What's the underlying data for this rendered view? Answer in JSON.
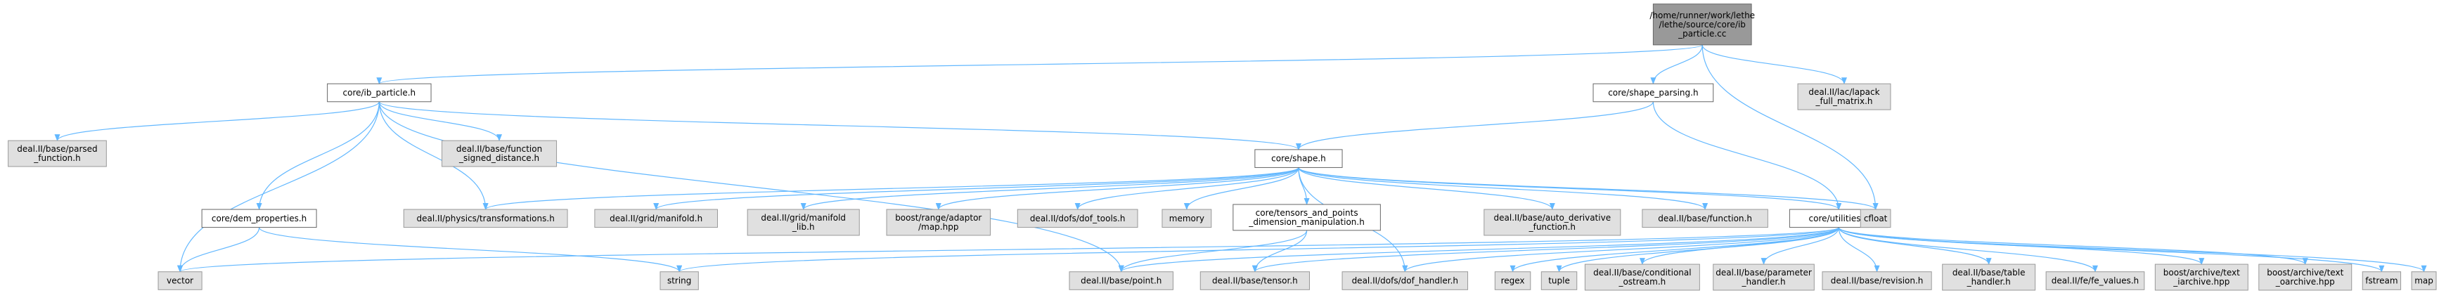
{
  "colors": {
    "root_fill": "#999999",
    "linked_fill": "#ffffff",
    "external_fill": "#e0e0e0",
    "border_dark": "#666666",
    "border_light": "#999999",
    "edge": "#63b8ff"
  },
  "nodes": [
    {
      "id": "root",
      "lines": [
        "/home/runner/work/lethe",
        "/lethe/source/core/ib",
        "_particle.cc"
      ],
      "kind": "root"
    },
    {
      "id": "ib_particle_h",
      "lines": [
        "core/ib_particle.h"
      ],
      "kind": "linked"
    },
    {
      "id": "shape_parsing_h",
      "lines": [
        "core/shape_parsing.h"
      ],
      "kind": "linked"
    },
    {
      "id": "lapack_full_matrix_h",
      "lines": [
        "deal.II/lac/lapack",
        "_full_matrix.h"
      ],
      "kind": "external"
    },
    {
      "id": "parsed_function_h",
      "lines": [
        "deal.II/base/parsed",
        "_function.h"
      ],
      "kind": "external"
    },
    {
      "id": "function_signed_distance_h",
      "lines": [
        "deal.II/base/function",
        "_signed_distance.h"
      ],
      "kind": "external"
    },
    {
      "id": "shape_h",
      "lines": [
        "core/shape.h"
      ],
      "kind": "linked"
    },
    {
      "id": "dem_properties_h",
      "lines": [
        "core/dem_properties.h"
      ],
      "kind": "linked"
    },
    {
      "id": "physics_transformations_h",
      "lines": [
        "deal.II/physics/transformations.h"
      ],
      "kind": "external"
    },
    {
      "id": "grid_manifold_h",
      "lines": [
        "deal.II/grid/manifold.h"
      ],
      "kind": "external"
    },
    {
      "id": "grid_manifold_lib_h",
      "lines": [
        "deal.II/grid/manifold",
        "_lib.h"
      ],
      "kind": "external"
    },
    {
      "id": "boost_range_adaptor_map",
      "lines": [
        "boost/range/adaptor",
        "/map.hpp"
      ],
      "kind": "external"
    },
    {
      "id": "dof_tools_h",
      "lines": [
        "deal.II/dofs/dof_tools.h"
      ],
      "kind": "external"
    },
    {
      "id": "memory",
      "lines": [
        "memory"
      ],
      "kind": "external"
    },
    {
      "id": "tensors_points_h",
      "lines": [
        "core/tensors_and_points",
        "_dimension_manipulation.h"
      ],
      "kind": "linked"
    },
    {
      "id": "auto_derivative_function_h",
      "lines": [
        "deal.II/base/auto_derivative",
        "_function.h"
      ],
      "kind": "external"
    },
    {
      "id": "base_function_h",
      "lines": [
        "deal.II/base/function.h"
      ],
      "kind": "external"
    },
    {
      "id": "utilities_h",
      "lines": [
        "core/utilities.h"
      ],
      "kind": "linked"
    },
    {
      "id": "cfloat",
      "lines": [
        "cfloat"
      ],
      "kind": "external"
    },
    {
      "id": "vector",
      "lines": [
        "vector"
      ],
      "kind": "external"
    },
    {
      "id": "string",
      "lines": [
        "string"
      ],
      "kind": "external"
    },
    {
      "id": "base_point_h",
      "lines": [
        "deal.II/base/point.h"
      ],
      "kind": "external"
    },
    {
      "id": "base_tensor_h",
      "lines": [
        "deal.II/base/tensor.h"
      ],
      "kind": "external"
    },
    {
      "id": "dof_handler_h",
      "lines": [
        "deal.II/dofs/dof_handler.h"
      ],
      "kind": "external"
    },
    {
      "id": "regex",
      "lines": [
        "regex"
      ],
      "kind": "external"
    },
    {
      "id": "tuple",
      "lines": [
        "tuple"
      ],
      "kind": "external"
    },
    {
      "id": "conditional_ostream_h",
      "lines": [
        "deal.II/base/conditional",
        "_ostream.h"
      ],
      "kind": "external"
    },
    {
      "id": "parameter_handler_h",
      "lines": [
        "deal.II/base/parameter",
        "_handler.h"
      ],
      "kind": "external"
    },
    {
      "id": "revision_h",
      "lines": [
        "deal.II/base/revision.h"
      ],
      "kind": "external"
    },
    {
      "id": "table_handler_h",
      "lines": [
        "deal.II/base/table",
        "_handler.h"
      ],
      "kind": "external"
    },
    {
      "id": "fe_values_h",
      "lines": [
        "deal.II/fe/fe_values.h"
      ],
      "kind": "external"
    },
    {
      "id": "text_iarchive_hpp",
      "lines": [
        "boost/archive/text",
        "_iarchive.hpp"
      ],
      "kind": "external"
    },
    {
      "id": "text_oarchive_hpp",
      "lines": [
        "boost/archive/text",
        "_oarchive.hpp"
      ],
      "kind": "external"
    },
    {
      "id": "fstream",
      "lines": [
        "fstream"
      ],
      "kind": "external"
    },
    {
      "id": "map",
      "lines": [
        "map"
      ],
      "kind": "external"
    }
  ],
  "edges": [
    [
      "root",
      "ib_particle_h"
    ],
    [
      "root",
      "shape_parsing_h"
    ],
    [
      "root",
      "lapack_full_matrix_h"
    ],
    [
      "root",
      "cfloat"
    ],
    [
      "ib_particle_h",
      "parsed_function_h"
    ],
    [
      "ib_particle_h",
      "function_signed_distance_h"
    ],
    [
      "ib_particle_h",
      "physics_transformations_h"
    ],
    [
      "ib_particle_h",
      "shape_h"
    ],
    [
      "ib_particle_h",
      "dem_properties_h"
    ],
    [
      "ib_particle_h",
      "vector"
    ],
    [
      "ib_particle_h",
      "base_point_h"
    ],
    [
      "shape_parsing_h",
      "shape_h"
    ],
    [
      "shape_parsing_h",
      "utilities_h"
    ],
    [
      "shape_h",
      "physics_transformations_h"
    ],
    [
      "shape_h",
      "grid_manifold_h"
    ],
    [
      "shape_h",
      "grid_manifold_lib_h"
    ],
    [
      "shape_h",
      "boost_range_adaptor_map"
    ],
    [
      "shape_h",
      "dof_tools_h"
    ],
    [
      "shape_h",
      "memory"
    ],
    [
      "shape_h",
      "tensors_points_h"
    ],
    [
      "shape_h",
      "auto_derivative_function_h"
    ],
    [
      "shape_h",
      "base_function_h"
    ],
    [
      "shape_h",
      "utilities_h"
    ],
    [
      "shape_h",
      "cfloat"
    ],
    [
      "shape_h",
      "dof_handler_h"
    ],
    [
      "dem_properties_h",
      "vector"
    ],
    [
      "dem_properties_h",
      "string"
    ],
    [
      "tensors_points_h",
      "base_point_h"
    ],
    [
      "tensors_points_h",
      "base_tensor_h"
    ],
    [
      "utilities_h",
      "vector"
    ],
    [
      "utilities_h",
      "string"
    ],
    [
      "utilities_h",
      "base_point_h"
    ],
    [
      "utilities_h",
      "base_tensor_h"
    ],
    [
      "utilities_h",
      "dof_handler_h"
    ],
    [
      "utilities_h",
      "regex"
    ],
    [
      "utilities_h",
      "tuple"
    ],
    [
      "utilities_h",
      "conditional_ostream_h"
    ],
    [
      "utilities_h",
      "parameter_handler_h"
    ],
    [
      "utilities_h",
      "revision_h"
    ],
    [
      "utilities_h",
      "table_handler_h"
    ],
    [
      "utilities_h",
      "fe_values_h"
    ],
    [
      "utilities_h",
      "text_iarchive_hpp"
    ],
    [
      "utilities_h",
      "text_oarchive_hpp"
    ],
    [
      "utilities_h",
      "fstream"
    ],
    [
      "utilities_h",
      "map"
    ]
  ]
}
